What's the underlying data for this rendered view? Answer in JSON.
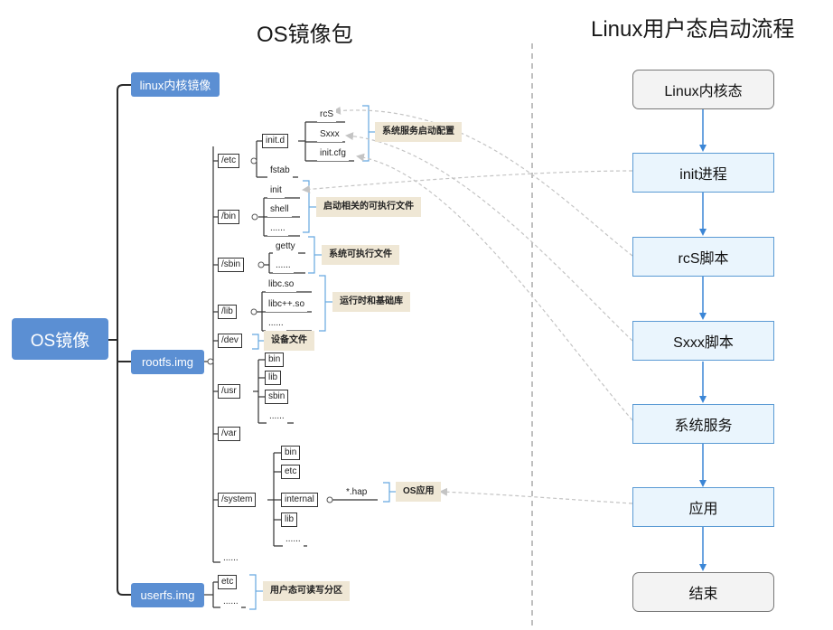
{
  "titles": {
    "left": "OS镜像包",
    "right": "Linux用户态启动流程"
  },
  "colors": {
    "blue_box": "#5b8fd3",
    "label_bg": "#efe7d5",
    "flow_border": "#5a9ad4",
    "arrow": "#3b86d6"
  },
  "images": {
    "root": "OS镜像",
    "linux_kernel": "linux内核镜像",
    "rootfs": "rootfs.img",
    "userfs": "userfs.img"
  },
  "rootfs": {
    "etc": "/etc",
    "bin": "/bin",
    "sbin": "/sbin",
    "lib": "/lib",
    "dev": "/dev",
    "usr": "/usr",
    "var": "/var",
    "system": "/system",
    "more": "......",
    "etc_children": {
      "initd": "init.d",
      "fstab": "fstab"
    },
    "initd_children": {
      "rcs": "rcS",
      "sxxx": "Sxxx",
      "initcfg": "init.cfg"
    },
    "bin_children": {
      "init": "init",
      "shell": "shell",
      "more": "......"
    },
    "sbin_children": {
      "getty": "getty",
      "more": "......"
    },
    "lib_children": {
      "libc": "libc.so",
      "libcpp": "libc++.so",
      "more": "......"
    },
    "usr_children": {
      "bin": "bin",
      "lib": "lib",
      "sbin": "sbin",
      "more": "......"
    },
    "system_children": {
      "bin": "bin",
      "etc": "etc",
      "internal": "internal",
      "lib": "lib",
      "more": "......"
    },
    "internal_children": {
      "hap": "*.hap"
    }
  },
  "userfs": {
    "etc": "etc",
    "more": "......"
  },
  "labels": {
    "service_config": "系统服务启动配置",
    "boot_exec": "启动相关的可执行文件",
    "system_exec": "系统可执行文件",
    "runtime_lib": "运行时和基础库",
    "device_files": "设备文件",
    "os_app": "OS应用",
    "user_partition": "用户态可读写分区"
  },
  "flow": [
    "Linux内核态",
    "init进程",
    "rcS脚本",
    "Sxxx脚本",
    "系统服务",
    "应用",
    "结束"
  ]
}
